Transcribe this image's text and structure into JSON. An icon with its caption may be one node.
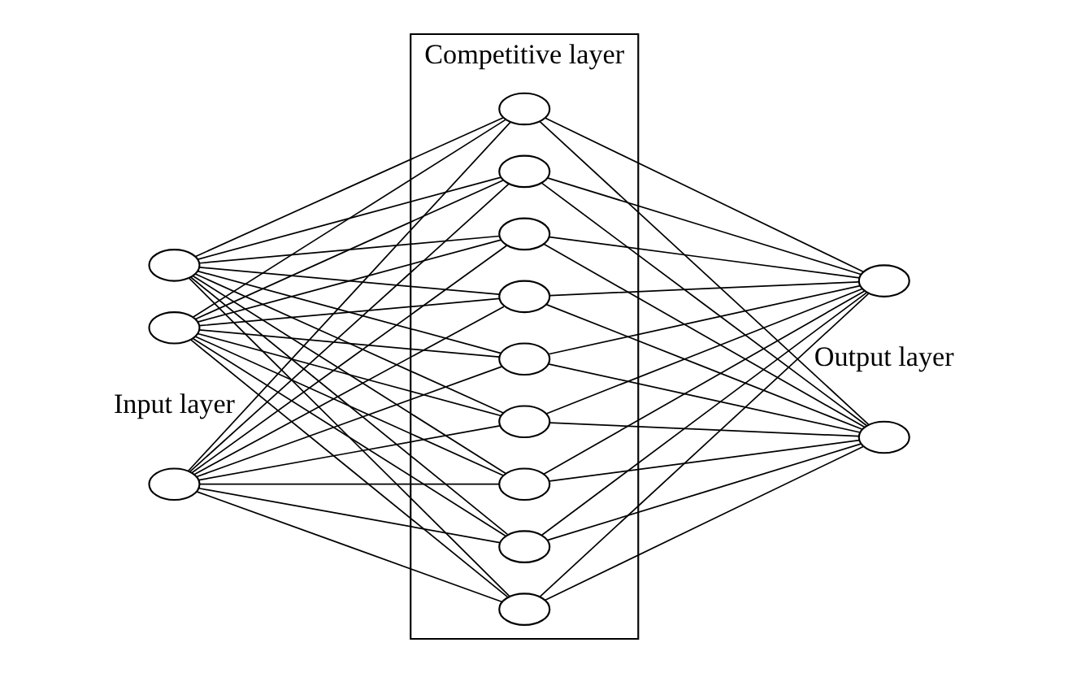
{
  "diagram": {
    "nodes": [
      {
        "text": [
          "Competitive layer"
        ]
      },
      {
        "text": [],
        "shape": "circle"
      },
      {
        "text": [],
        "shape": "circle"
      },
      {
        "text": [],
        "shape": "circle"
      },
      {
        "text": [],
        "shape": "circle",
        "in": 0
      },
      {
        "text": [],
        "shape": "circle",
        "in": 0
      },
      {
        "text": [],
        "shape": "circle",
        "in": 0
      },
      {
        "text": [],
        "shape": "circle",
        "in": 0
      },
      {
        "text": [],
        "shape": "circle",
        "in": 0
      },
      {
        "text": [],
        "shape": "circle",
        "in": 0
      },
      {
        "text": [],
        "shape": "circle",
        "in": 0
      },
      {
        "text": [],
        "shape": "circle",
        "in": 0
      },
      {
        "text": [],
        "shape": "circle",
        "in": 0
      },
      {
        "text": [],
        "shape": "circle"
      },
      {
        "text": [],
        "shape": "circle"
      }
    ],
    "edges": [
      {
        "from": 1,
        "to": 4,
        "arrow": "none"
      },
      {
        "from": 1,
        "to": 5,
        "arrow": "none"
      },
      {
        "from": 1,
        "to": 6,
        "arrow": "none"
      },
      {
        "from": 1,
        "to": 7,
        "arrow": "none"
      },
      {
        "from": 1,
        "to": 8,
        "arrow": "none"
      },
      {
        "from": 1,
        "to": 9,
        "arrow": "none"
      },
      {
        "from": 1,
        "to": 10,
        "arrow": "none"
      },
      {
        "from": 1,
        "to": 11,
        "arrow": "none"
      },
      {
        "from": 1,
        "to": 12,
        "arrow": "none"
      },
      {
        "from": 2,
        "to": 4,
        "arrow": "none"
      },
      {
        "from": 2,
        "to": 5,
        "arrow": "none"
      },
      {
        "from": 2,
        "to": 6,
        "arrow": "none"
      },
      {
        "from": 2,
        "to": 7,
        "arrow": "none"
      },
      {
        "from": 2,
        "to": 8,
        "arrow": "none"
      },
      {
        "from": 2,
        "to": 9,
        "arrow": "none"
      },
      {
        "from": 2,
        "to": 10,
        "arrow": "none"
      },
      {
        "from": 2,
        "to": 11,
        "arrow": "none"
      },
      {
        "from": 2,
        "to": 12,
        "arrow": "none"
      },
      {
        "from": 3,
        "to": 4,
        "arrow": "none"
      },
      {
        "from": 3,
        "to": 5,
        "arrow": "none"
      },
      {
        "from": 3,
        "to": 6,
        "arrow": "none"
      },
      {
        "from": 3,
        "to": 7,
        "arrow": "none"
      },
      {
        "from": 3,
        "to": 8,
        "arrow": "none"
      },
      {
        "from": 3,
        "to": 9,
        "arrow": "none"
      },
      {
        "from": 3,
        "to": 10,
        "arrow": "none"
      },
      {
        "from": 3,
        "to": 11,
        "arrow": "none"
      },
      {
        "from": 3,
        "to": 12,
        "arrow": "none"
      },
      {
        "from": 4,
        "to": 13,
        "arrow": "none"
      },
      {
        "from": 4,
        "to": 14,
        "arrow": "none"
      },
      {
        "from": 5,
        "to": 13,
        "arrow": "none"
      },
      {
        "from": 5,
        "to": 14,
        "arrow": "none"
      },
      {
        "from": 6,
        "to": 13,
        "arrow": "none"
      },
      {
        "from": 6,
        "to": 14,
        "arrow": "none"
      },
      {
        "from": 7,
        "to": 13,
        "arrow": "none"
      },
      {
        "from": 7,
        "to": 14,
        "arrow": "none"
      },
      {
        "from": 8,
        "to": 13,
        "arrow": "none"
      },
      {
        "from": 8,
        "to": 14,
        "arrow": "none"
      },
      {
        "from": 9,
        "to": 13,
        "arrow": "none"
      },
      {
        "from": 9,
        "to": 14,
        "arrow": "none"
      },
      {
        "from": 10,
        "to": 13,
        "arrow": "none"
      },
      {
        "from": 10,
        "to": 14,
        "arrow": "none"
      },
      {
        "from": 11,
        "to": 13,
        "arrow": "none"
      },
      {
        "from": 11,
        "to": 14,
        "arrow": "none"
      },
      {
        "from": 12,
        "to": 13,
        "arrow": "none"
      },
      {
        "from": 12,
        "to": 14,
        "arrow": "none"
      }
    ],
    "labels": [
      "Input layer",
      "Output layer"
    ]
  }
}
